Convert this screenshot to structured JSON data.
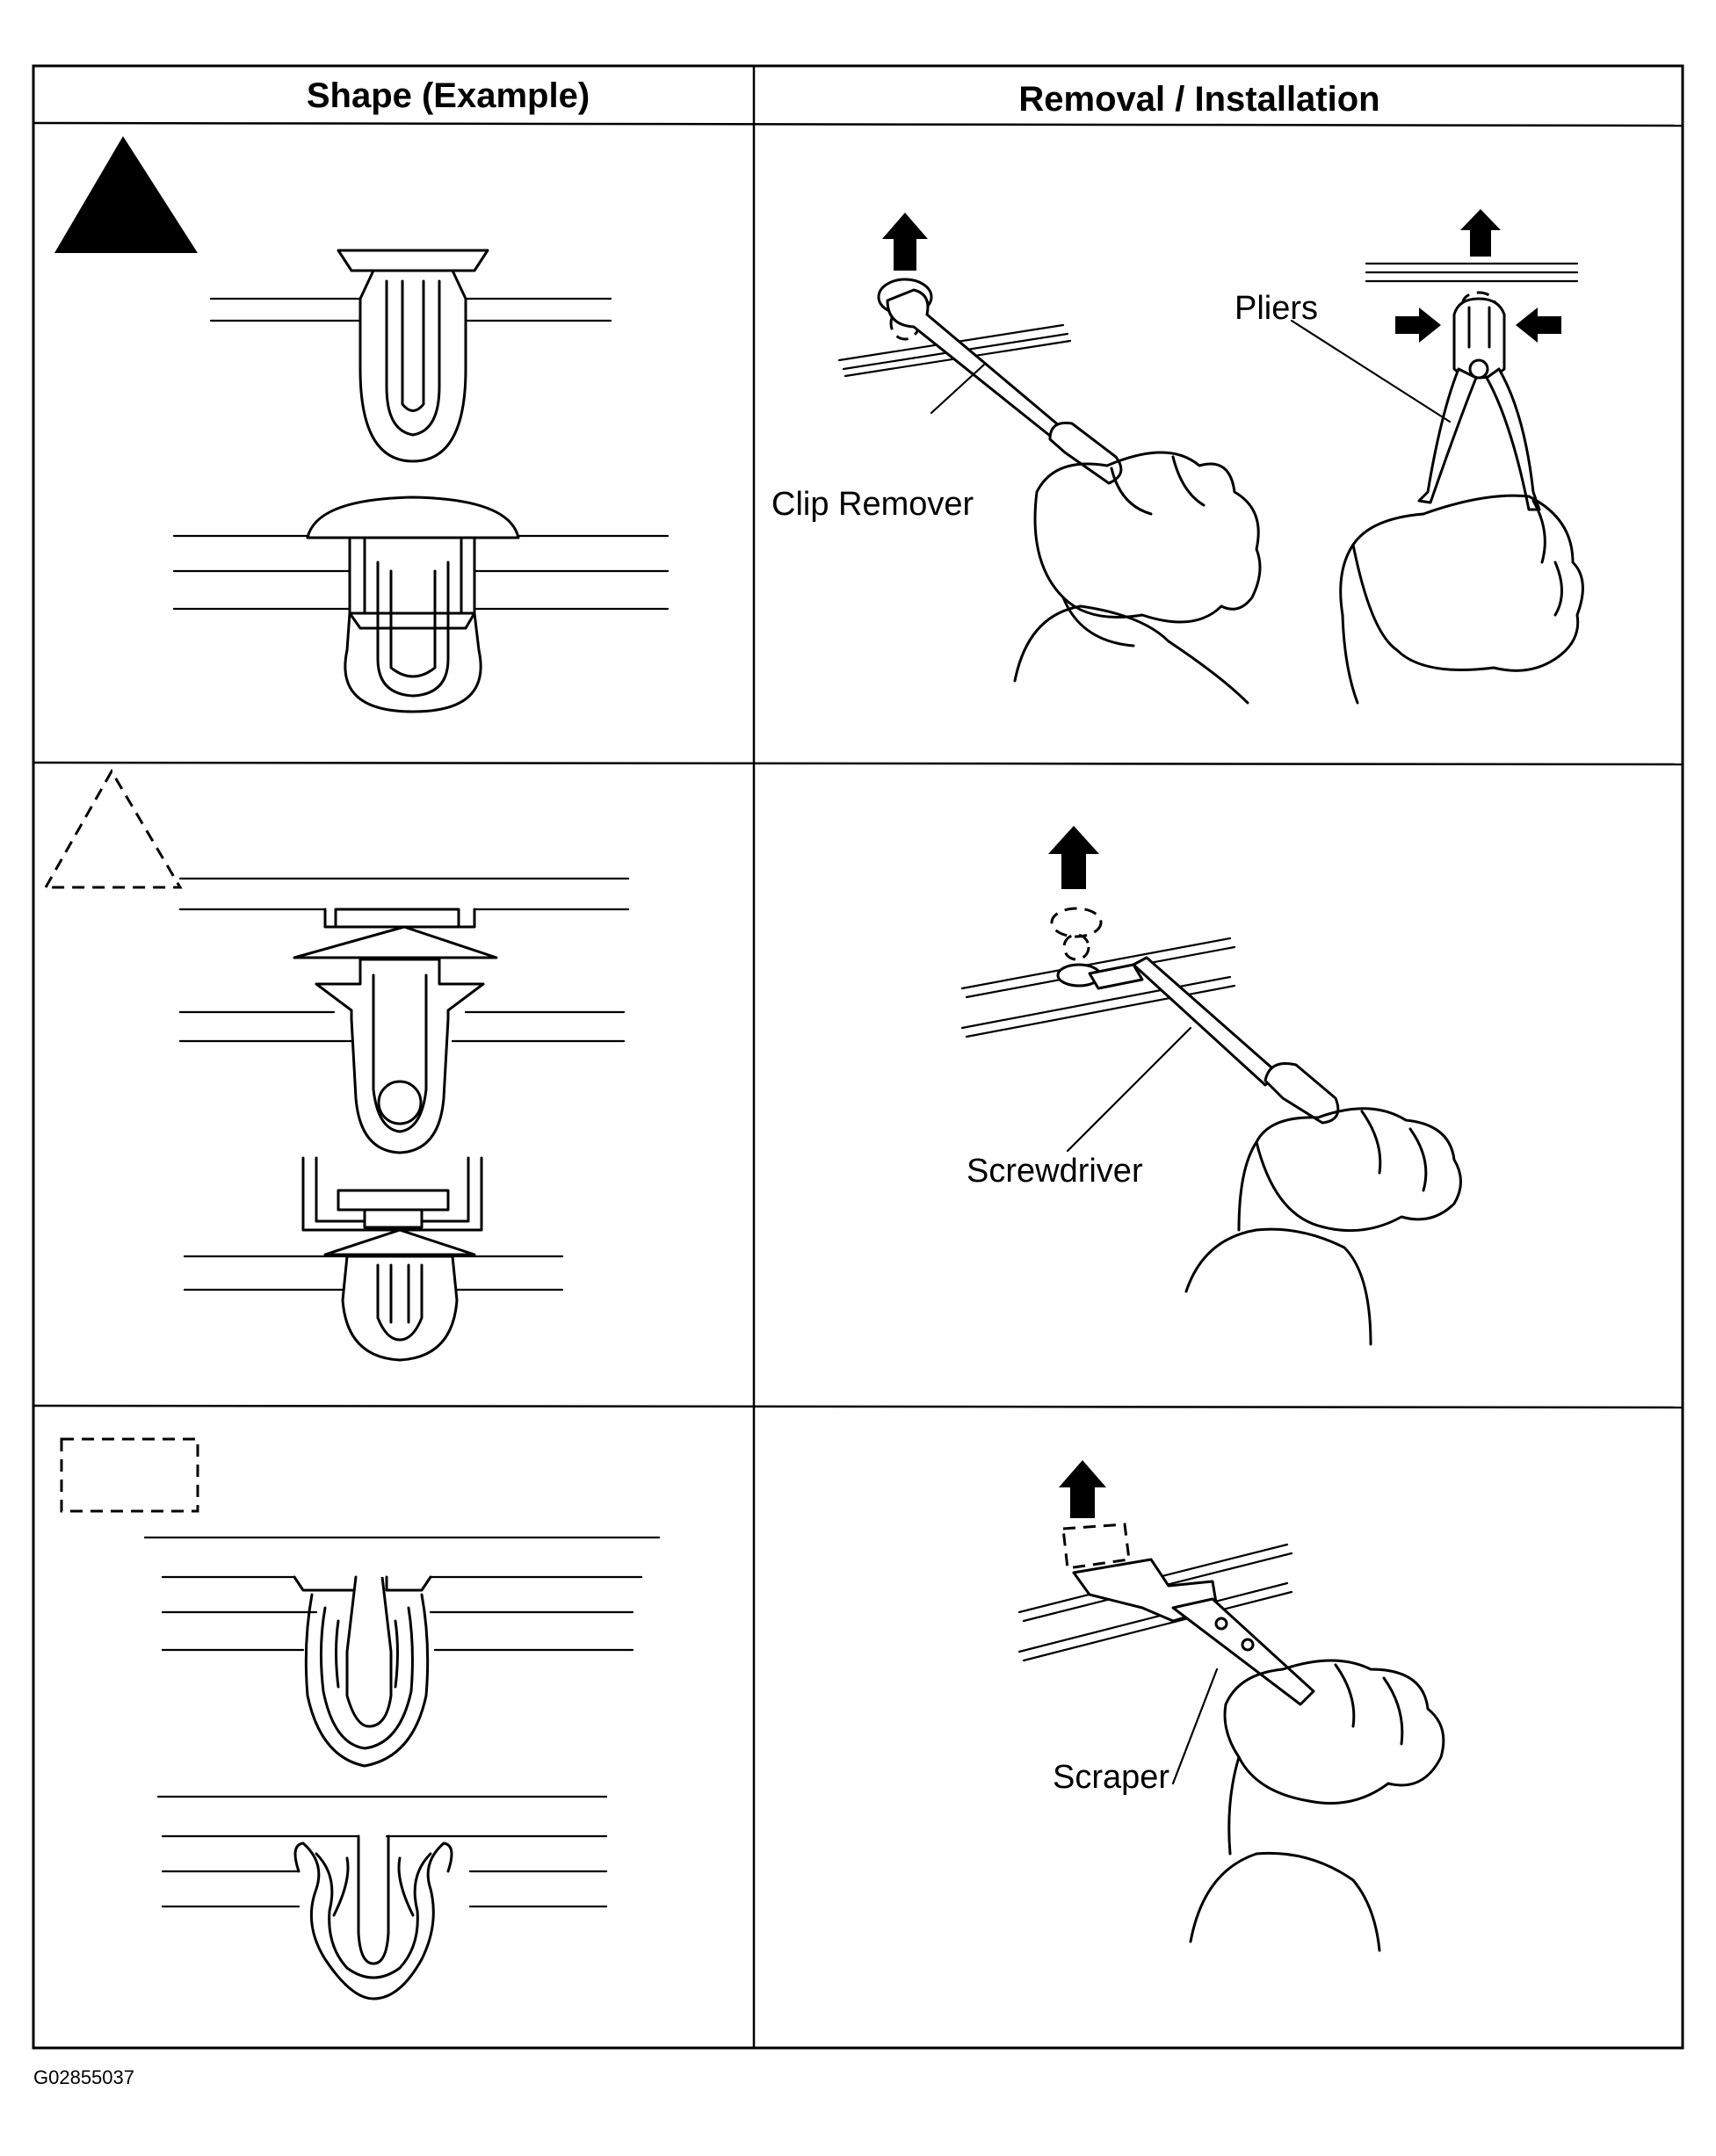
{
  "table": {
    "header_shape": "Shape (Example)",
    "header_removal": "Removal / Installation"
  },
  "rows": [
    {
      "symbol": "filled-triangle",
      "tool_labels": [
        "Clip Remover",
        "Pliers"
      ]
    },
    {
      "symbol": "dashed-triangle",
      "tool_labels": [
        "Screwdriver"
      ]
    },
    {
      "symbol": "dashed-rectangle",
      "tool_labels": [
        "Scraper"
      ]
    }
  ],
  "figure_code": "G02855037"
}
